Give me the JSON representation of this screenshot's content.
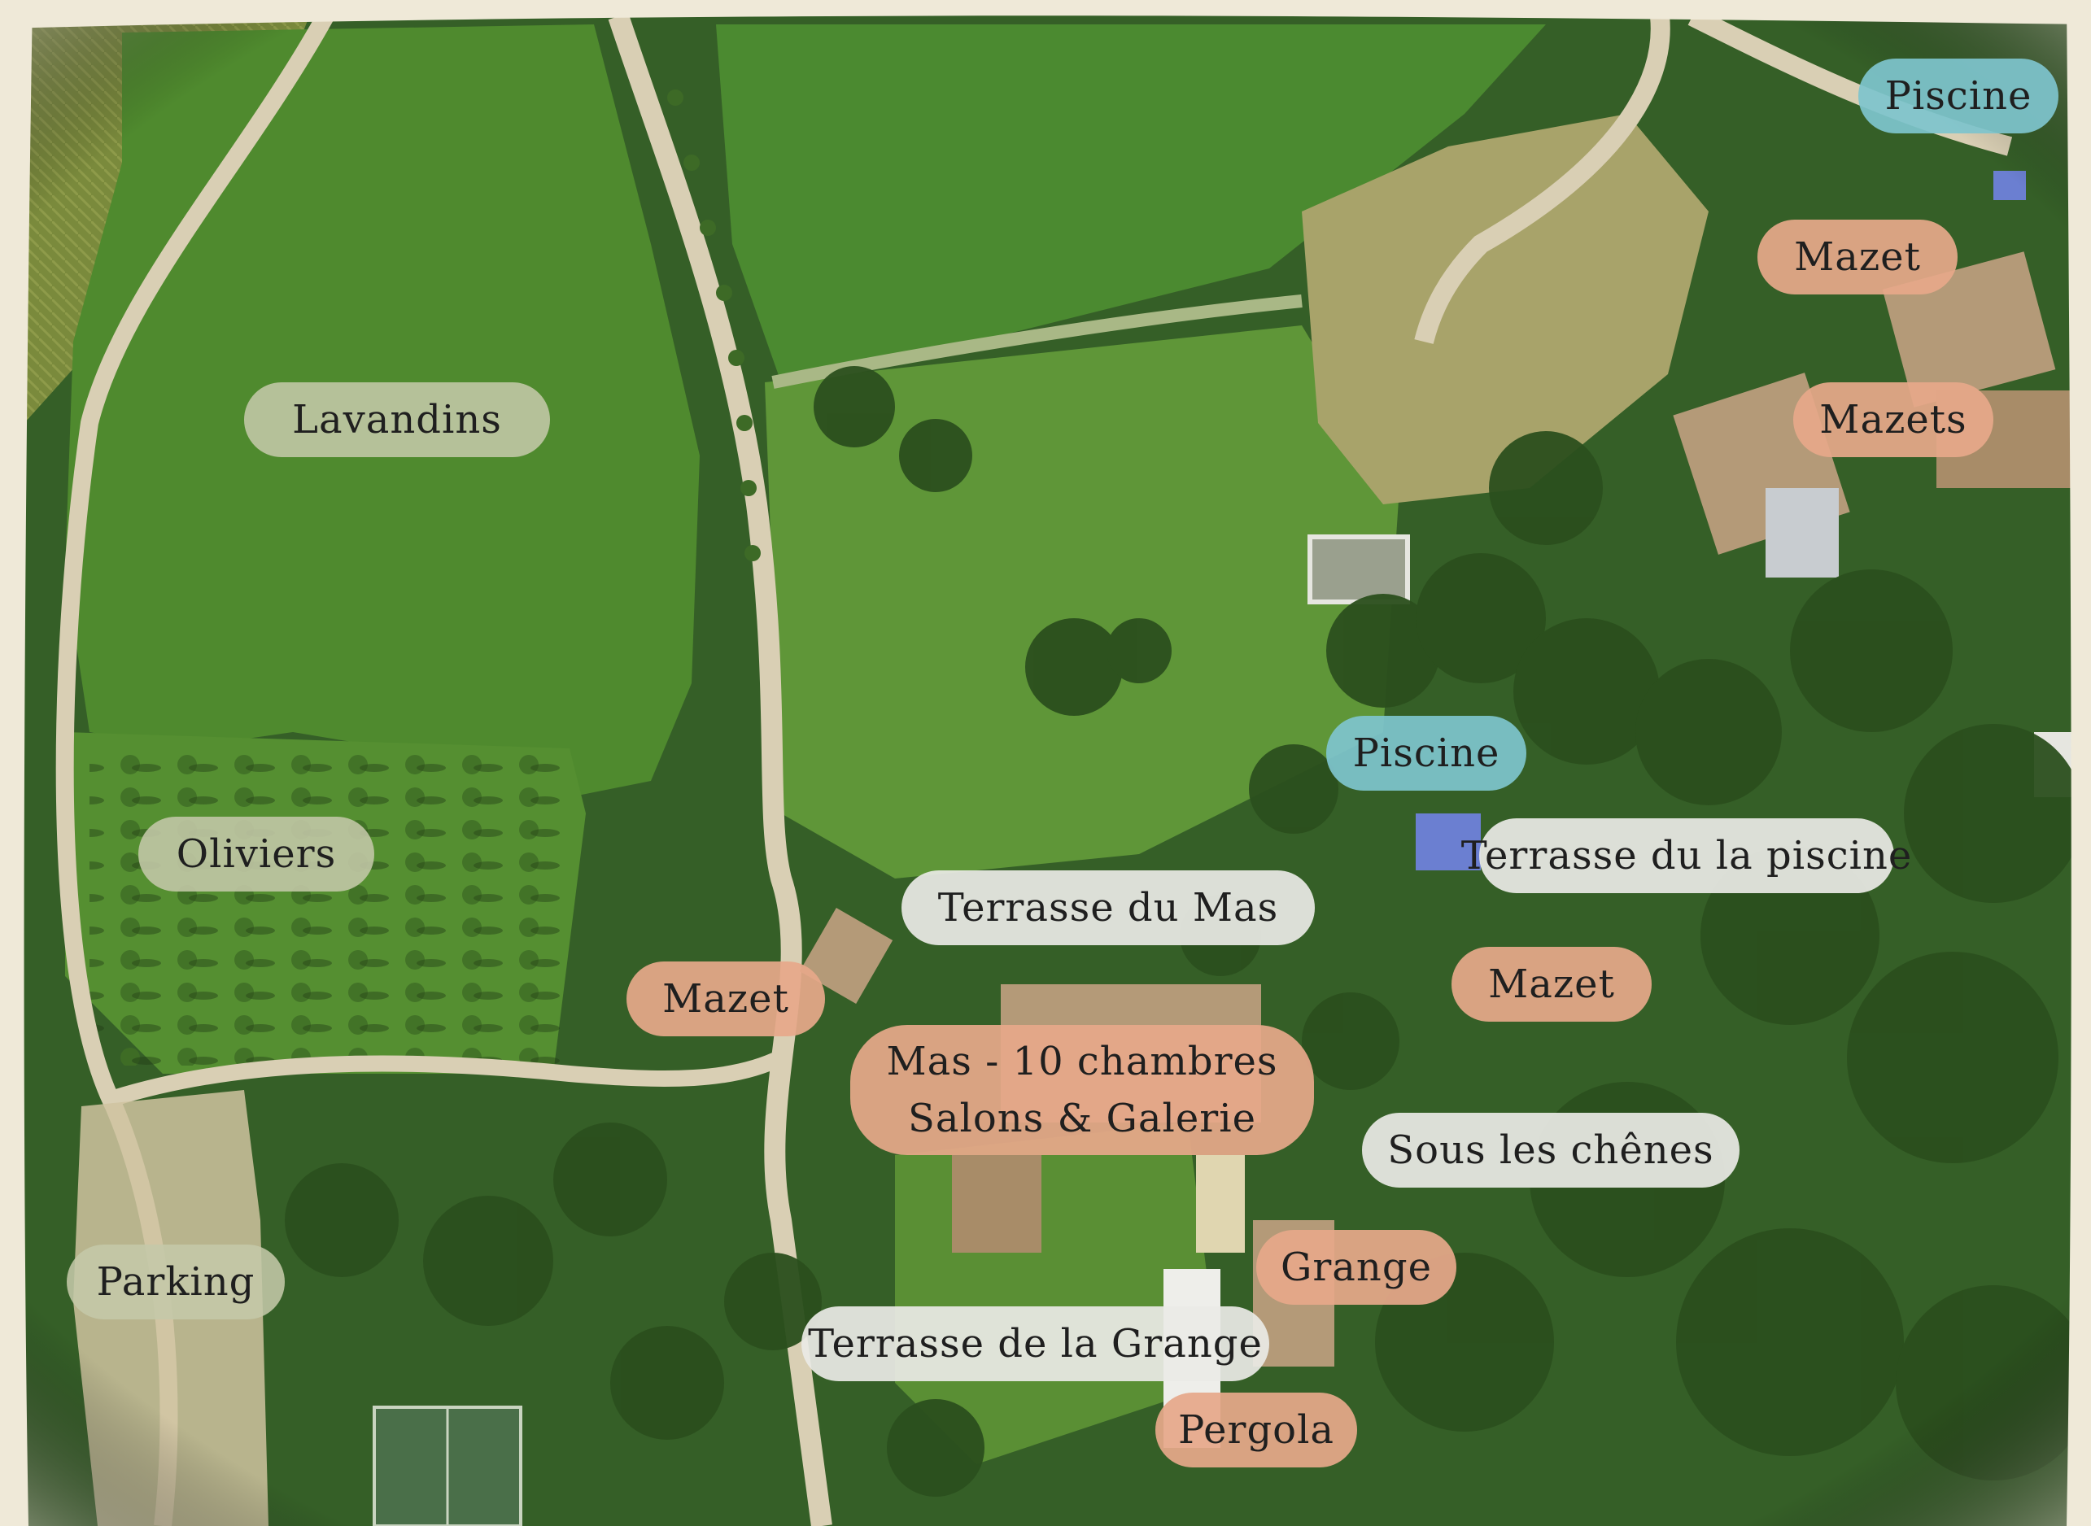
{
  "map": {
    "style": "aerial-satellite",
    "palette": {
      "parchment_frame": "#efe9d8",
      "field_green": "#4f8a2e",
      "lawn_green": "#5f9638",
      "forest_green": "#2f5a22",
      "path_beige": "#d9cfb4",
      "roof_tan": "#b49a78",
      "label_green": "#c4c8a8",
      "label_orange": "#e6a88a",
      "label_blue": "#7ec4cc",
      "label_white": "#eaeae6"
    }
  },
  "labels": {
    "lavandins": "Lavandins",
    "oliviers": "Oliviers",
    "parking": "Parking",
    "mazet_west": "Mazet",
    "terrasse_mas": "Terrasse du Mas",
    "mas_line1": "Mas - 10 chambres",
    "mas_line2": "Salons & Galerie",
    "terrasse_grange": "Terrasse de la Grange",
    "pergola": "Pergola",
    "grange": "Grange",
    "sous_chenes": "Sous les chênes",
    "mazet_east": "Mazet",
    "terrasse_piscine": "Terrasse du la piscine",
    "piscine_center": "Piscine",
    "piscine_ne": "Piscine",
    "mazet_ne": "Mazet",
    "mazets_ne": "Mazets"
  }
}
